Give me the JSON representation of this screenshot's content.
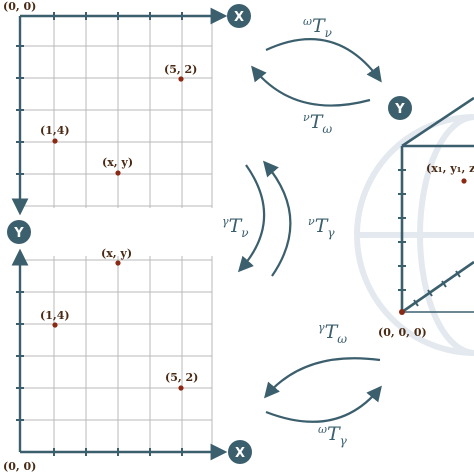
{
  "top_grid": {
    "origin_label": "(0, 0)",
    "x_axis_badge": "X",
    "y_axis_badge": "Y",
    "points": [
      {
        "label": "(5, 2)"
      },
      {
        "label": "(1,4)"
      },
      {
        "label": "(x, y)"
      }
    ]
  },
  "bottom_grid": {
    "origin_label": "(0, 0)",
    "x_axis_badge": "X",
    "y_axis_badge": "Y",
    "points": [
      {
        "label": "(x, y)"
      },
      {
        "label": "(1,4)"
      },
      {
        "label": "(5, 2)"
      }
    ]
  },
  "cube": {
    "origin_label": "(0, 0, 0)",
    "y_axis_badge": "Y",
    "point_label": "(x₁, y₁, z"
  },
  "transforms": {
    "top_forward": {
      "sup": "ω",
      "main": "T",
      "sub": "ν"
    },
    "top_backward": {
      "sup": "ν",
      "main": "T",
      "sub": "ω"
    },
    "mid_left": {
      "sup": "γ",
      "main": "T",
      "sub": "ν"
    },
    "mid_right": {
      "sup": "ν",
      "main": "T",
      "sub": "γ"
    },
    "bottom_upper": {
      "sup": "γ",
      "main": "T",
      "sub": "ω"
    },
    "bottom_lower": {
      "sup": "ω",
      "main": "T",
      "sub": "γ"
    }
  },
  "colors": {
    "axis": "#3c5f6e",
    "point": "#8b2a14",
    "grid": "#b9b9b9"
  }
}
